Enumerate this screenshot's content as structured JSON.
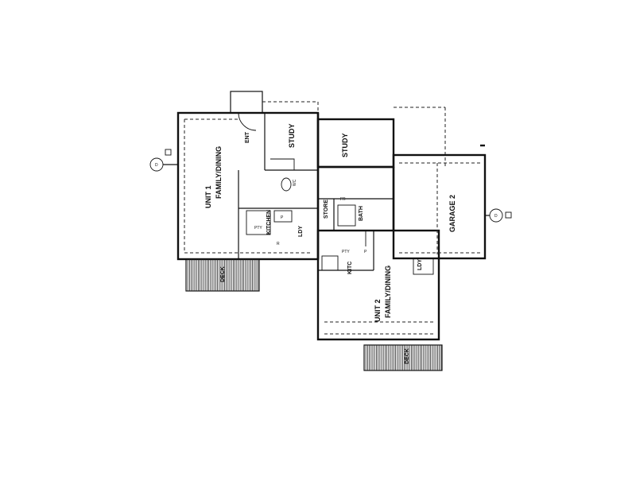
{
  "plan": {
    "rooms": {
      "unit1_name": "UNIT 1",
      "unit1_family": "FAMILY/DINING",
      "unit1_study": "STUDY",
      "unit1_kitchen": "KITCHEN",
      "unit1_entry": "ENT",
      "unit1_ldy": "LDY",
      "unit1_deck": "DECK",
      "study2": "STUDY",
      "store": "STORE",
      "wc": "WC",
      "bath": "BATH",
      "garage2": "GARAGE 2",
      "unit2_name": "UNIT 2",
      "unit2_family": "FAMILY/DINING",
      "unit2_kitchen": "KITC",
      "unit2_ldy": "LDY",
      "unit2_deck": "DECK",
      "pty1": "PTY",
      "pty2": "PTY",
      "fr": "FR",
      "p1": "P",
      "p2": "P",
      "r1": "R"
    },
    "marker_label": "D"
  }
}
